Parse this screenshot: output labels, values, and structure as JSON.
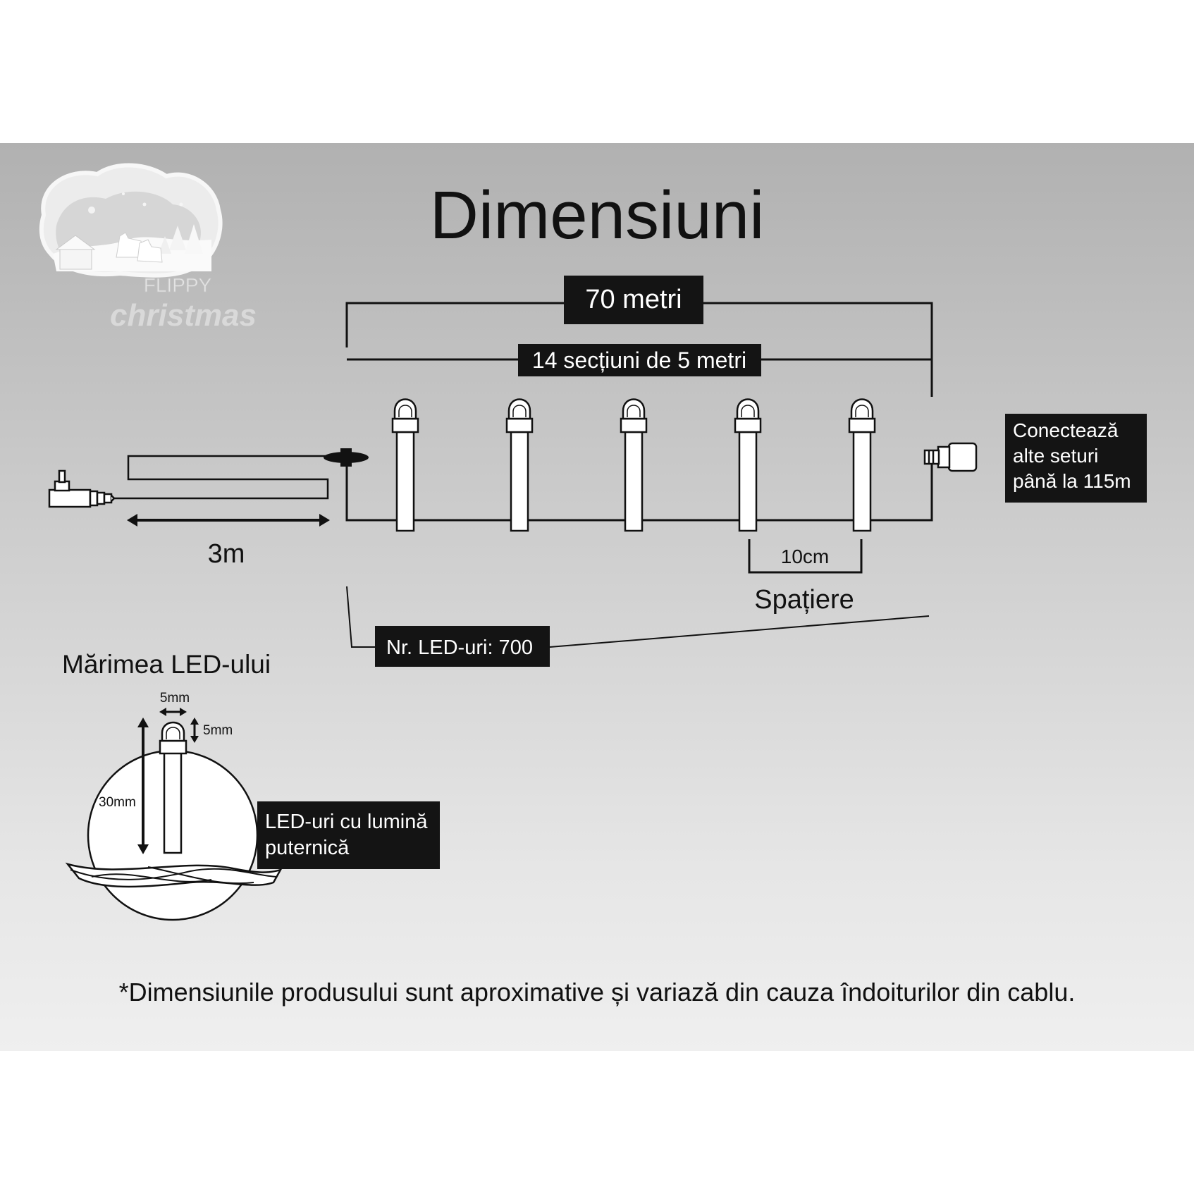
{
  "title": "Dimensiuni",
  "logo": {
    "brand_top": "FLIPPY",
    "brand_bottom": "christmas"
  },
  "length_label": "70 metri",
  "sections_label": "14 secțiuni de 5 metri",
  "lead_cable_label": "3m",
  "spacing": {
    "value": "10cm",
    "label": "Spațiere"
  },
  "connect_note": {
    "line1": "Conectează",
    "line2": "alte seturi",
    "line3": "până la 115m"
  },
  "led_count_label": "Nr. LED-uri: 700",
  "led_size": {
    "heading": "Mărimea LED-ului",
    "width": "5mm",
    "height": "5mm",
    "total": "30mm"
  },
  "bright_note": {
    "line1": "LED-uri cu lumină",
    "line2": "puternică"
  },
  "footnote": "*Dimensiunile produsului sunt aproximative și variază din cauza îndoiturilor din cablu.",
  "colors": {
    "ink": "#111111",
    "label_bg": "#141414",
    "label_text": "#ffffff",
    "panel_top": "#b1b1b1",
    "panel_bottom": "#efefef"
  }
}
